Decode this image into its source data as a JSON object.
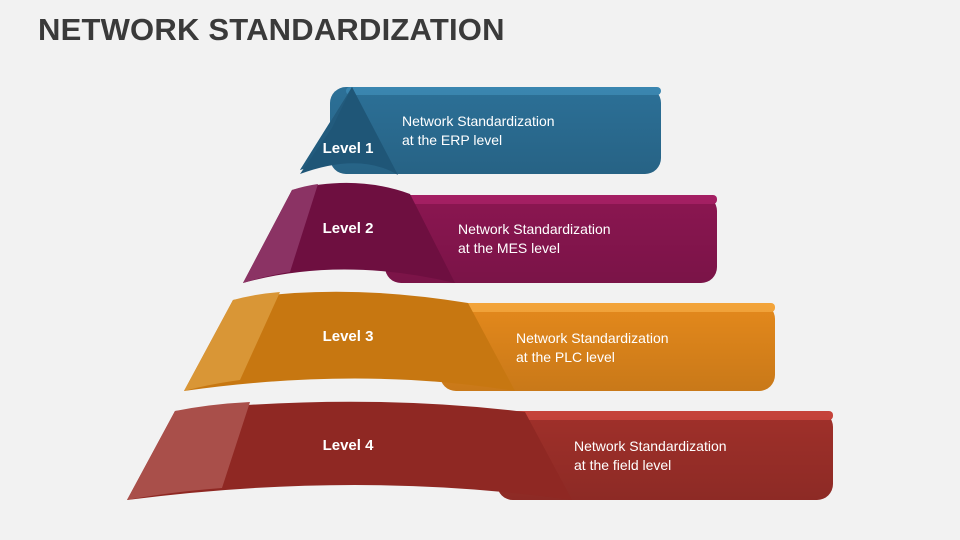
{
  "title": "NETWORK STANDARDIZATION",
  "levels": [
    {
      "label": "Level 1",
      "line1": "Network Standardization",
      "line2": "at the ERP level",
      "color": "#2a6e95"
    },
    {
      "label": "Level 2",
      "line1": "Network Standardization",
      "line2": "at the MES level",
      "color": "#8e1652"
    },
    {
      "label": "Level 3",
      "line1": "Network Standardization",
      "line2": "at the PLC level",
      "color": "#e8901f"
    },
    {
      "label": "Level 4",
      "line1": "Network Standardization",
      "line2": "at the field level",
      "color": "#a1302a"
    }
  ]
}
